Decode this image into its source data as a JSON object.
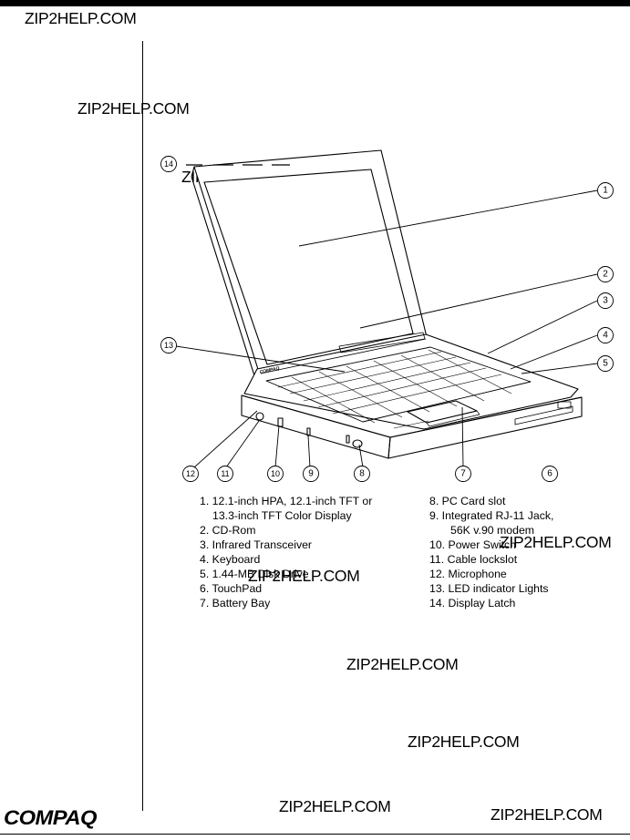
{
  "watermark": "ZIP2HELP.COM",
  "brand": "COMPAQ",
  "callouts": [
    "1",
    "2",
    "3",
    "4",
    "5",
    "6",
    "7",
    "8",
    "9",
    "10",
    "11",
    "12",
    "13",
    "14"
  ],
  "legend_left": [
    "1. 12.1-inch HPA, 12.1-inch TFT or",
    "13.3-inch TFT Color Display",
    "2. CD-Rom",
    "3. Infrared Transceiver",
    "4. Keyboard",
    "5. 1.44-MB Disk Drive",
    "6. TouchPad",
    "7. Battery Bay"
  ],
  "legend_right": [
    "8.  PC Card slot",
    "9.  Integrated RJ-11 Jack,",
    "56K v.90 modem",
    "10. Power Switch",
    "11. Cable lockslot",
    "12. Microphone",
    "13. LED indicator Lights",
    "14. Display Latch"
  ],
  "laptop_logo_text": "COMPAQ"
}
